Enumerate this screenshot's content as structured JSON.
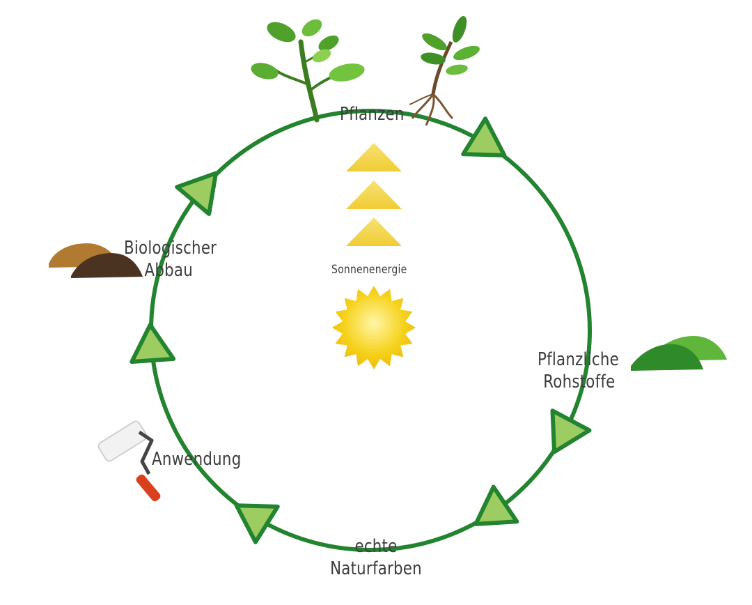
{
  "stages": {
    "plants": "Pflanzen",
    "raw_materials": [
      "Pflanzliche",
      "Rohstoffe"
    ],
    "natural_paints": [
      "echte",
      "Naturfarben"
    ],
    "application": "Anwendung",
    "degradation": [
      "Biologischer",
      "Abbau"
    ]
  },
  "center": {
    "energy_label": "Sonnenenergie"
  },
  "colors": {
    "cycle_line": "#23842f",
    "arrow_fill": "#9ccc62",
    "arrow_stroke": "#23842f",
    "sun": "#f6c914",
    "energy_triangle": "#f3d64c",
    "text": "#3d3d3d"
  }
}
